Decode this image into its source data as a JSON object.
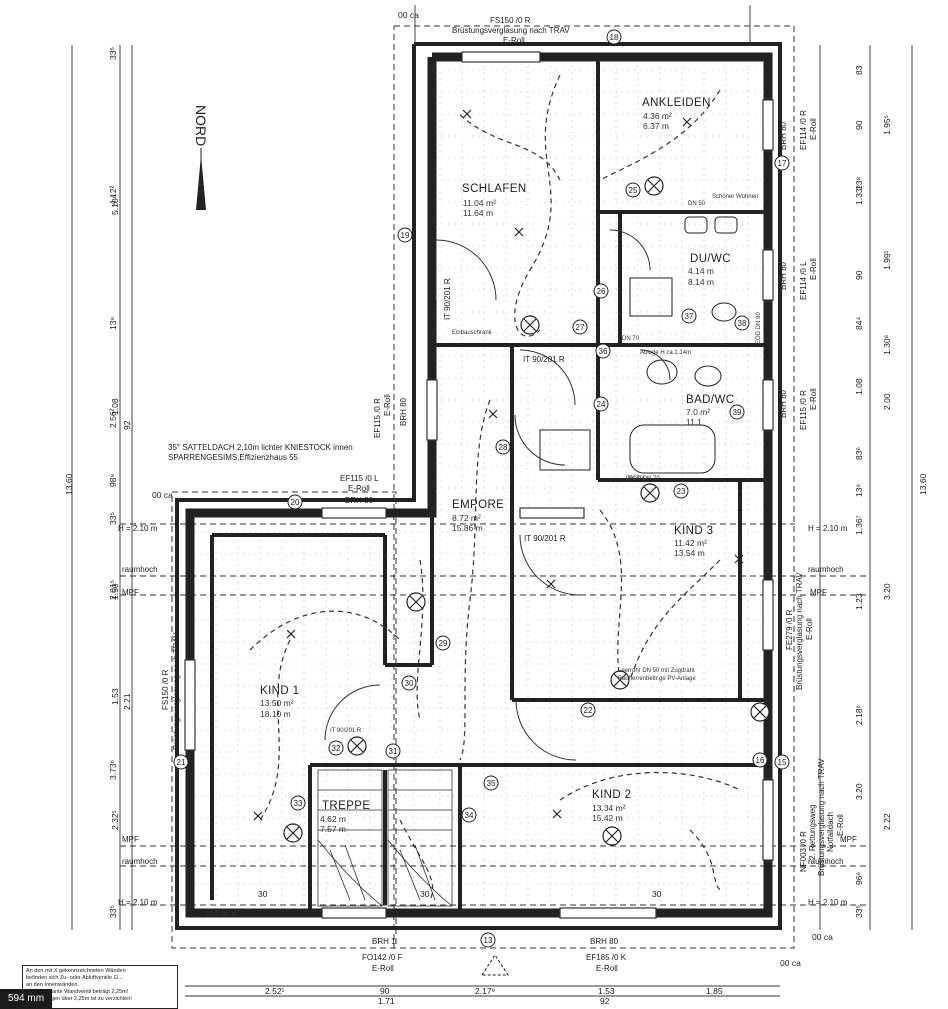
{
  "rooms": {
    "schlafen": {
      "name": "SCHLAFEN",
      "a1": "11.04 m²",
      "a2": "11.64 m"
    },
    "ankleiden": {
      "name": "ANKLEIDEN",
      "a1": "4.36 m²",
      "a2": "6.37 m"
    },
    "duwc": {
      "name": "DU/WC",
      "a1": "4.14 m",
      "a2": "8.14 m"
    },
    "bad": {
      "name": "BAD/WC",
      "a1": "7.0 m²",
      "a2": "11.1"
    },
    "empore": {
      "name": "EMPORE",
      "a1": "8.72 m²",
      "a2": "15.86 m"
    },
    "kind3": {
      "name": "KIND 3",
      "a1": "11.42 m²",
      "a2": "13.54 m"
    },
    "kind1": {
      "name": "KIND 1",
      "a1": "13.50 m²",
      "a2": "18.10 m"
    },
    "treppe": {
      "name": "TREPPE",
      "a1": "4.62 m",
      "a2": "7.57 m"
    },
    "kind2": {
      "name": "KIND 2",
      "a1": "13.34 m²",
      "a2": "15.42 m"
    }
  },
  "labels": {
    "fs150_top": "FS150 /0 R",
    "glazing_top": "Brüstungsverglasung nach TRAV",
    "eroll_top": "E-Roll",
    "ef114_1": "EF114 /0 R",
    "ef114_1b": "E-Roll",
    "brh80_r1": "BRH 80",
    "ef114_2": "EF114 /0 L",
    "ef114_2b": "E-Roll",
    "brh80_r2": "BRH 80",
    "ef115_r": "EF115 /0 R",
    "ef115_rb": "E-Roll",
    "brh80_r3": "BRH 80",
    "ef115_l": "EF115 /0 R",
    "ef115_lb": "E-Roll",
    "brh80_l": "BRH 80",
    "ef115_mid": "EF115 /0 L",
    "ef115_midb": "E-Roll",
    "brh80_mid": "BRH 80",
    "roof": "35° SATTELDACH 2,10m lichter KNIESTOCK innen",
    "roof2": "SPARRENGESIMS,Effizienzhaus 55",
    "fe279": "FE279 /0 R",
    "fe279b": "Brüstungsverglasung nach TRAV",
    "fe279c": "E-Roll",
    "fs150_l": "FS150 /0 R",
    "fs150_lb": "Brüstungsverglasung nach TRAV",
    "nf003": "NF003 /0 R",
    "nf003b": "2. Rettungsweg",
    "nf003c": "Brüstungsverglasung nach TRAV",
    "nf003d": "Notfalldach",
    "nf003e": "E-Roll",
    "brh1": "BRH 1",
    "fo142": "FO142 /0 F",
    "fo142b": "E-Roll",
    "brh80_b": "BRH 80",
    "ef185": "EF185 /0 K",
    "ef185b": "E-Roll",
    "it90_1": "IT 90/201 R",
    "it90_2": "IT 90/201 R",
    "it90_3": "IT 90/201 R",
    "it90_v": "IT 90/201 R",
    "h210": "H = 2.10 m",
    "raumhoch": "raumhoch",
    "mpf": "MPF",
    "nord": "NORD",
    "dn70": "DN 70",
    "dn70b": "DN 70",
    "dn50": "DN 50",
    "eod70": "EÖD DN 70",
    "eod90": "EÖD DN 90",
    "eod70b": "EÖD DN 70",
    "ablage": "Ablage H ca.1.14m",
    "lc1": "Leerrohr DN 50 mit Zugdraht",
    "lc2": "Bauherrenbeitr.ge PV-Anlage",
    "empore_note": "Einbauschrank",
    "du_note": "Schöner Wohnen",
    "dim_label": "594 mm"
  },
  "dims": {
    "left": [
      "33⁵",
      "4.12²",
      "13⁸",
      "2.56²",
      "98⁹",
      "33⁵",
      "2.01⁵",
      "3.73⁶",
      "33⁵"
    ],
    "left2": [
      "5.10⁶",
      "1.08",
      "92",
      "1.50",
      "2.21",
      "1.53",
      "2.32⁵"
    ],
    "left_total": "13.60",
    "right": [
      "83",
      "90",
      "13⁸",
      "1.33⁵",
      "90",
      "84⁴",
      "1.08",
      "83⁶",
      "13⁸",
      "1.36⁷",
      "1.23",
      "2.18⁶",
      "3.20",
      "96⁶",
      "33⁵"
    ],
    "right2": [
      "1.95⁵",
      "1.99¹",
      "1.30⁸",
      "2.00",
      "3.20",
      "2.22"
    ],
    "right_total": "13.60",
    "bottom": [
      "2.52¹",
      "90",
      "2.17⁹",
      "1.53",
      "1.85"
    ],
    "bottom2": [
      "1.71",
      "92"
    ],
    "oc": [
      "00 ca",
      "00 ca",
      "00 ca",
      "00 ca"
    ],
    "small": [
      "30",
      "30",
      "30"
    ]
  },
  "circles": [
    "18",
    "19",
    "20",
    "21",
    "13",
    "15",
    "17",
    "16",
    "22",
    "23",
    "24",
    "25",
    "26",
    "27",
    "28",
    "29",
    "30",
    "31",
    "32",
    "33",
    "34",
    "35",
    "36",
    "37",
    "38",
    "39"
  ],
  "legend": [
    "An den mit  X  gekennzeichneten Wänden",
    "befinden sich Zu- oder Abluftventile  ⊡→",
    "an den Innenwänden.",
    "Die Unterkante Wandventil beträgt 2,25m!",
    "Türplanungen über 2,25m ist zu verzichten!"
  ]
}
